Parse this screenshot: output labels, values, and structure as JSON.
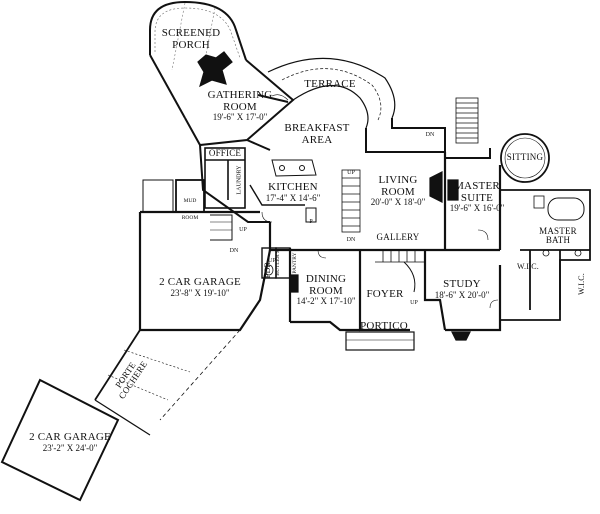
{
  "rooms": {
    "screened_porch": {
      "name_line1": "SCREENED",
      "name_line2": "PORCH"
    },
    "gathering_room": {
      "name_line1": "GATHERING",
      "name_line2": "ROOM",
      "dims": "19'-6\" X 17'-0\""
    },
    "terrace": {
      "name": "TERRACE"
    },
    "breakfast_area": {
      "name_line1": "BREAKFAST",
      "name_line2": "AREA"
    },
    "office": {
      "name": "OFFICE"
    },
    "laundry": {
      "name": "LAUNDRY"
    },
    "kitchen": {
      "name": "KITCHEN",
      "dims": "17'-4\" X 14'-6\""
    },
    "mud_room": {
      "name_line1": "MUD",
      "name_line2": "ROOM"
    },
    "living_room": {
      "name_line1": "LIVING",
      "name_line2": "ROOM",
      "dims": "20'-0\" X 18'-0\""
    },
    "master_suite": {
      "name_line1": "MASTER",
      "name_line2": "SUITE",
      "dims": "19'-6\" X 16'-0\""
    },
    "sitting": {
      "name": "SITTING"
    },
    "master_bath": {
      "name_line1": "MASTER",
      "name_line2": "BATH"
    },
    "wic_left": {
      "name": "W.I.C."
    },
    "wic_right": {
      "name": "W.I.C."
    },
    "gallery": {
      "name": "GALLERY"
    },
    "garage_1": {
      "name": "2 CAR GARAGE",
      "dims": "23'-8\" X 19'-10\""
    },
    "garage_2": {
      "name": "2 CAR GARAGE",
      "dims": "23'-2\" X 24'-0\""
    },
    "porte_cochere": {
      "name_line1": "PORTE",
      "name_line2": "COCHERE"
    },
    "pdr": {
      "name": "PDR"
    },
    "butlers_pantry": {
      "name_line1": "BUTLER'S",
      "name_line2": "PANTRY"
    },
    "dining_room": {
      "name_line1": "DINING",
      "name_line2": "ROOM",
      "dims": "14'-2\" X 17'-10\""
    },
    "foyer": {
      "name": "FOYER"
    },
    "study": {
      "name": "STUDY",
      "dims": "18'-6\" X 20'-0\""
    },
    "portico": {
      "name": "PORTICO"
    }
  },
  "annotations": {
    "dn_terrace": "DN",
    "up_breakfast": "UP",
    "dn_stair": "DN",
    "p": "P",
    "up_mud": "UP",
    "dn_mud": "DN",
    "up_garage": "UP",
    "up_foyer": "UP"
  }
}
